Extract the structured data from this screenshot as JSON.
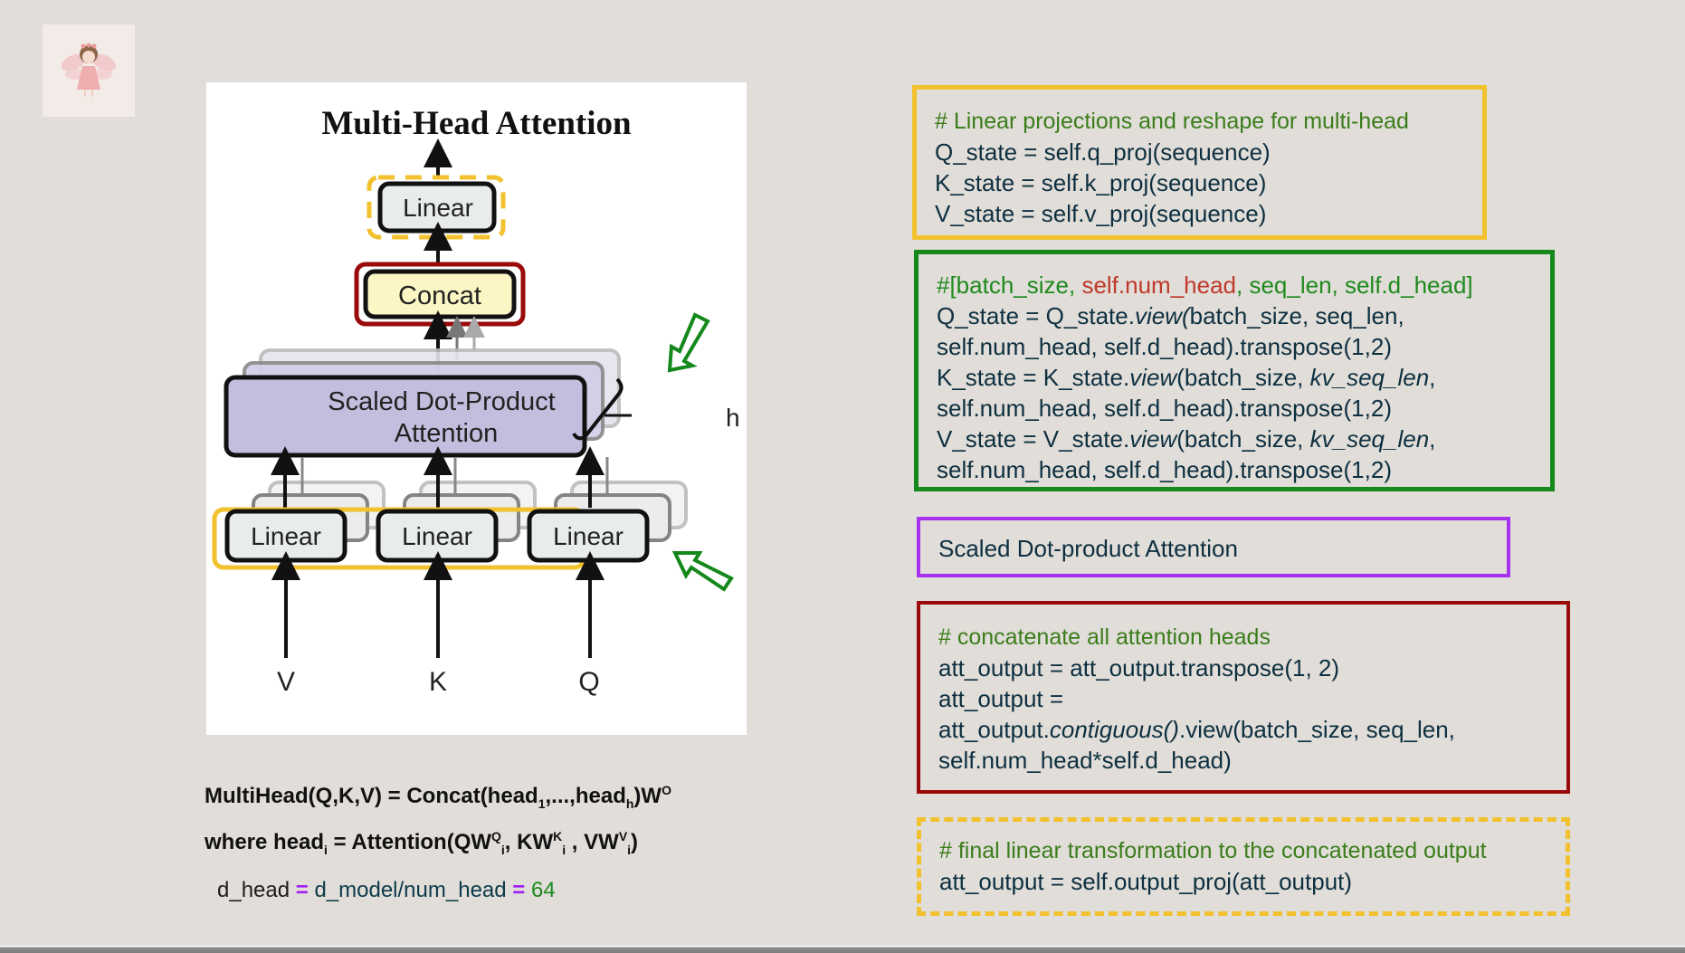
{
  "avatar": {
    "icon": "fairy-avatar-icon"
  },
  "diagram": {
    "title": "Multi-Head Attention",
    "top_linear": "Linear",
    "concat": "Concat",
    "sdpa_line1": "Scaled Dot-Product",
    "sdpa_line2": "Attention",
    "h_label": "h",
    "linear_labels": [
      "Linear",
      "Linear",
      "Linear"
    ],
    "inputs": [
      "V",
      "K",
      "Q"
    ],
    "colors": {
      "yellow_highlight": "#f2c12e",
      "red_highlight": "#9a0a0a",
      "green_arrow": "#15881c",
      "sdpa_fill": "#c4bddd",
      "concat_fill": "#fbf6c4",
      "linear_fill": "#e8ecea"
    }
  },
  "formula": {
    "line1_a": "MultiHead(Q,K,V) = Concat(head",
    "line1_sub1": "1",
    "line1_b": ",...,head",
    "line1_subh": "h",
    "line1_c": ")W",
    "line1_supO": "O",
    "line2_a": "where head",
    "line2_subi": "i",
    "line2_b": " = Attention(QW",
    "line2_supQ": "Q",
    "line2_sub1": "i",
    "line2_c": ", KW",
    "line2_supK": "K",
    "line2_sub2": "i",
    "line2_d": " , VW",
    "line2_supV": "V",
    "line2_sub3": "i",
    "line2_e": ")"
  },
  "dhead": {
    "lhs": "d_head",
    "eq1": "=",
    "rhs": "d_model/num_head",
    "eq2": "=",
    "value": "64"
  },
  "code_boxes": {
    "projections": {
      "comment": "# Linear projections and reshape for multi-head",
      "lines": [
        "Q_state = self.q_proj(sequence)",
        "K_state = self.k_proj(sequence)",
        "V_state = self.v_proj(sequence)"
      ]
    },
    "reshape": {
      "comment_a": "#[batch_size, ",
      "comment_b": "self.num_head",
      "comment_c": ", seq_len, self.d_head]",
      "q1_a": "Q_state = Q_state.",
      "q1_view": "view(",
      "q1_b": "batch_size, seq_len,",
      "q2": "self.num_head, self.d_head).transpose(1,2)",
      "k1_a": "K_state = K_state.",
      "k1_view": "view",
      "k1_b": "(batch_size, ",
      "k1_kv": "kv_seq_len",
      "k1_c": ",",
      "k2": "self.num_head, self.d_head).transpose(1,2)",
      "v1_a": "V_state = V_state.",
      "v1_view": "view",
      "v1_b": "(batch_size, ",
      "v1_kv": "kv_seq_len",
      "v1_c": ",",
      "v2": "self.num_head, self.d_head).transpose(1,2)"
    },
    "sdpa": {
      "text": "Scaled Dot-product Attention"
    },
    "concat": {
      "comment": "# concatenate all attention heads",
      "l1": "att_output = att_output.transpose(1, 2)",
      "l2": "att_output =",
      "l3_a": "att_output.",
      "l3_it": "contiguous()",
      "l3_b": ".view(batch_size, seq_len,",
      "l4": "self.num_head*self.d_head)"
    },
    "final": {
      "comment": "# final linear transformation to the concatenated output",
      "l1": "att_output = self.output_proj(att_output)"
    }
  }
}
